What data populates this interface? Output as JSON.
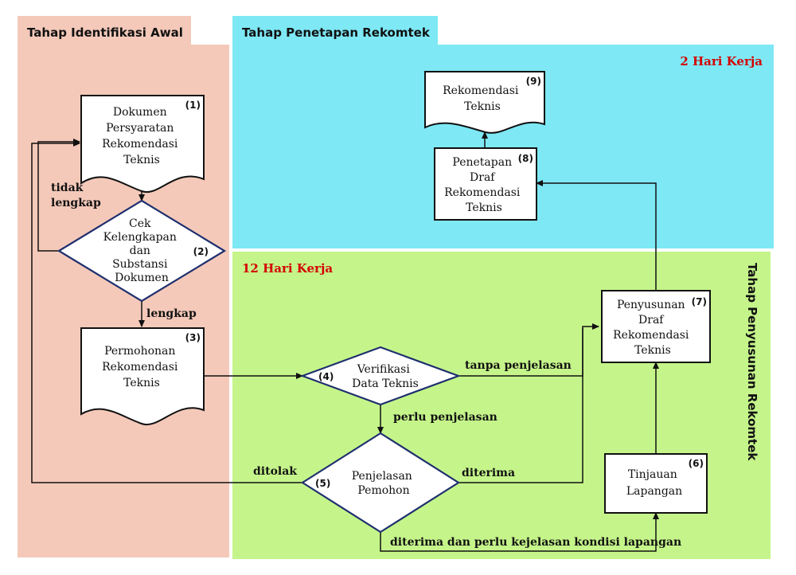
{
  "lanes": {
    "identifikasi": "Tahap Identifikasi Awal",
    "penetapan": "Tahap Penetapan Rekomtek",
    "penyusunan": "Tahap Penyusunan Rekomtek",
    "colors": {
      "identifikasi": "#f4c9b9",
      "penetapan": "#7ee8f5",
      "penyusunan": "#c5f58a"
    }
  },
  "durations": {
    "penetapan": "2 Hari Kerja",
    "penyusunan": "12 Hari Kerja"
  },
  "nodes": {
    "n1": {
      "num": "(1)",
      "lines": [
        "Dokumen",
        "Persyaratan",
        "Rekomendasi",
        "Teknis"
      ]
    },
    "n2": {
      "num": "(2)",
      "lines": [
        "Cek",
        "Kelengkapan",
        "dan",
        "Substansi",
        "Dokumen"
      ]
    },
    "n3": {
      "num": "(3)",
      "lines": [
        "Permohonan",
        "Rekomendasi",
        "Teknis"
      ]
    },
    "n4": {
      "num": "(4)",
      "lines": [
        "Verifikasi",
        "Data Teknis"
      ]
    },
    "n5": {
      "num": "(5)",
      "lines": [
        "Penjelasan",
        "Pemohon"
      ]
    },
    "n6": {
      "num": "(6)",
      "lines": [
        "Tinjauan",
        "Lapangan"
      ]
    },
    "n7": {
      "num": "(7)",
      "lines": [
        "Penyusunan",
        "Draf",
        "Rekomendasi",
        "Teknis"
      ]
    },
    "n8": {
      "num": "(8)",
      "lines": [
        "Penetapan",
        "Draf",
        "Rekomendasi",
        "Teknis"
      ]
    },
    "n9": {
      "num": "(9)",
      "lines": [
        "Rekomendasi",
        "Teknis"
      ]
    }
  },
  "edge_labels": {
    "tidak_lengkap": [
      "tidak",
      "lengkap"
    ],
    "lengkap": "lengkap",
    "tanpa_penjelasan": "tanpa penjelasan",
    "perlu_penjelasan": "perlu penjelasan",
    "ditolak": "ditolak",
    "diterima": "diterima",
    "diterima_lapangan": "diterima dan perlu kejelasan kondisi lapangan"
  }
}
